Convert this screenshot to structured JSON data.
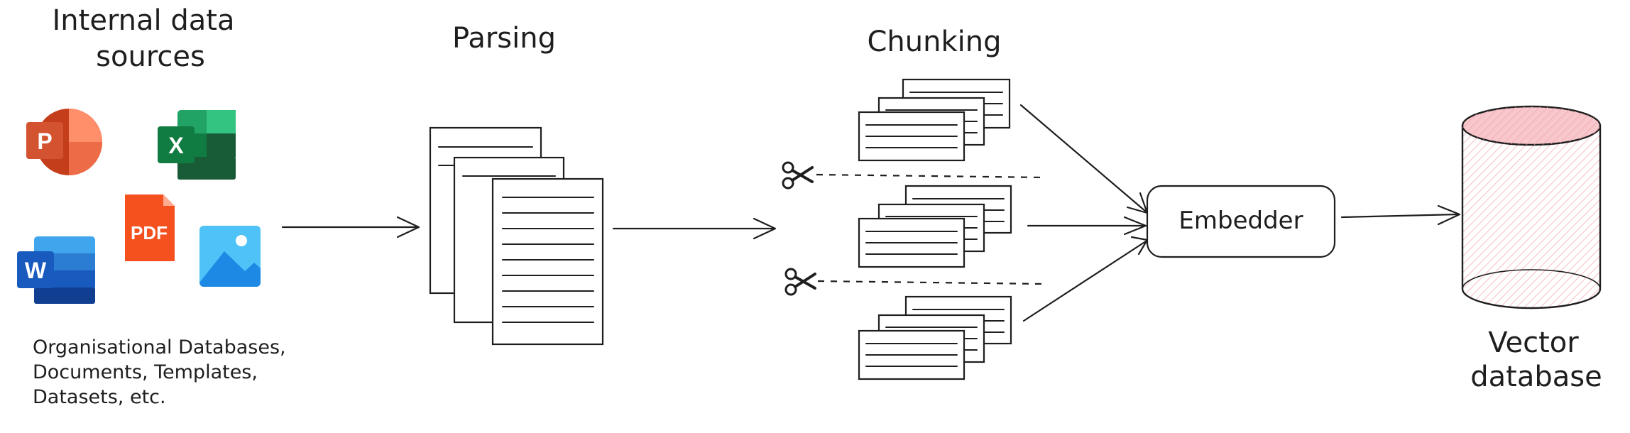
{
  "sources": {
    "title_line1": "Internal data",
    "title_line2": "sources",
    "caption_line1": "Organisational Databases,",
    "caption_line2": "Documents, Templates,",
    "caption_line3": "Datasets, etc.",
    "icons": {
      "powerpoint": {
        "letter": "P",
        "colors": [
          "#c43e1c",
          "#ed6c47",
          "#ff8f6b",
          "#d35230"
        ]
      },
      "excel": {
        "letter": "X",
        "colors": [
          "#185c37",
          "#21a366",
          "#33c481",
          "#107c41"
        ]
      },
      "pdf": {
        "letter": "PDF",
        "colors": [
          "#e64a19",
          "#f4511e"
        ]
      },
      "word": {
        "letter": "W",
        "colors": [
          "#185abd",
          "#2b7cd3",
          "#41a5ee",
          "#103f91"
        ]
      },
      "image": {
        "colors": [
          "#4fc3f7",
          "#1e88e5",
          "#ffffff"
        ]
      }
    }
  },
  "parsing": {
    "title": "Parsing"
  },
  "chunking": {
    "title": "Chunking",
    "cut_icon": "scissors-icon"
  },
  "embedder": {
    "label": "Embedder"
  },
  "vector_db": {
    "title_line1": "Vector",
    "title_line2": "database",
    "color": "#f4b6bd"
  }
}
